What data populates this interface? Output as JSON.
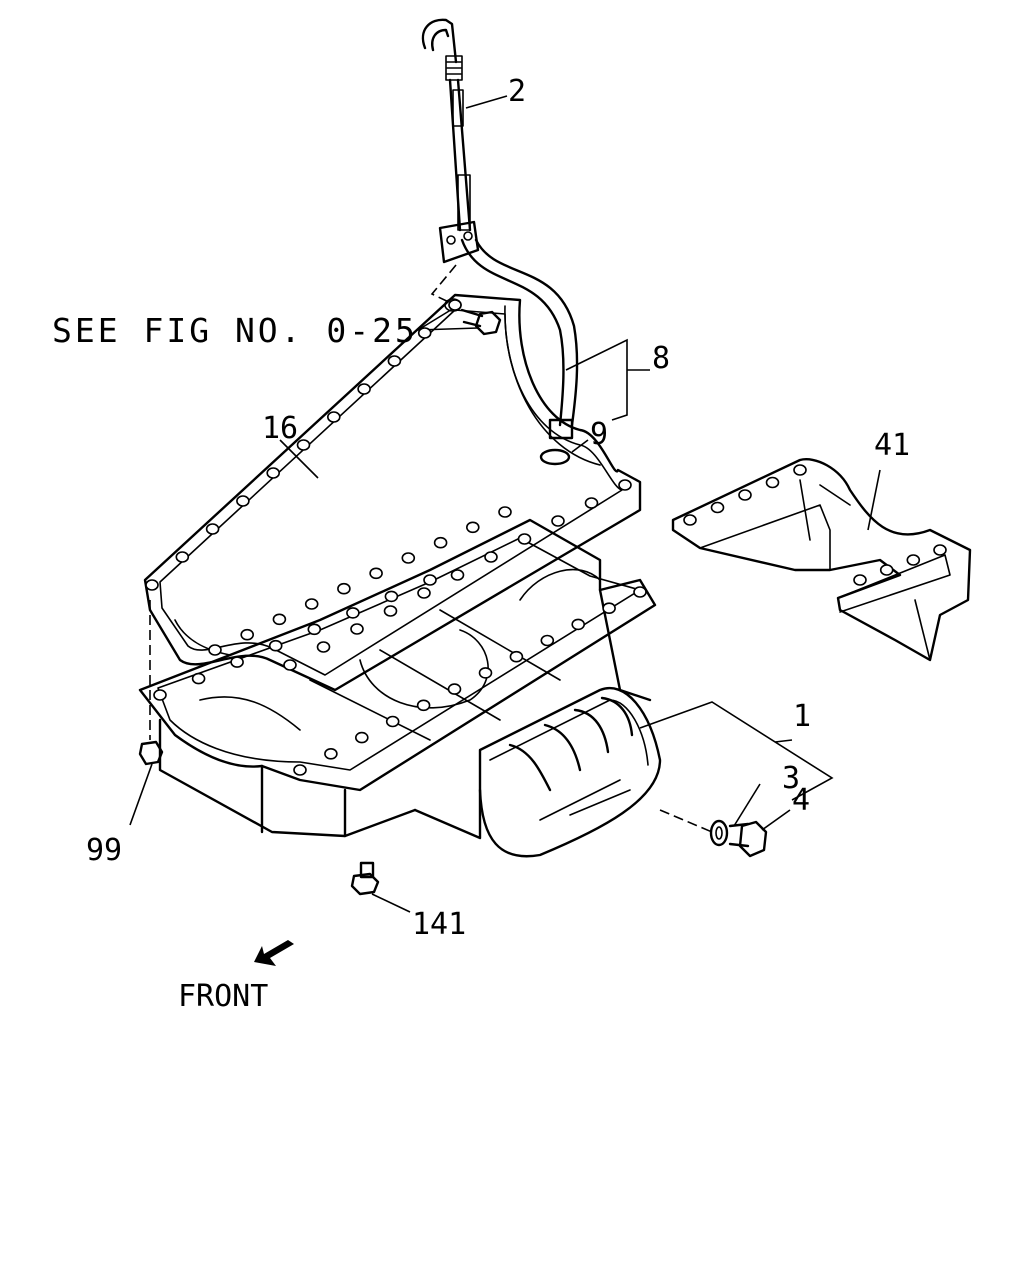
{
  "callouts": {
    "c1": "1",
    "c2": "2",
    "c3": "3",
    "c4": "4",
    "c8": "8",
    "c9": "9",
    "c16": "16",
    "c41": "41",
    "c99": "99",
    "c141": "141"
  },
  "reference_note": "SEE FIG NO. 0-25",
  "direction_label": "FRONT",
  "colors": {
    "ink": "#000000",
    "paper": "#ffffff"
  },
  "icons": {
    "front_arrow": "arrow-down-left-icon"
  }
}
